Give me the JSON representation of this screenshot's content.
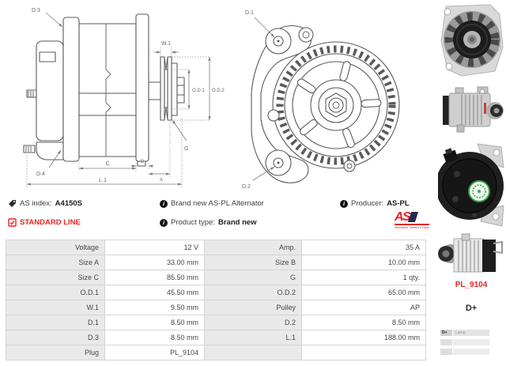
{
  "info": {
    "as_index_label": "AS index:",
    "as_index_value": "A4150S",
    "standard_line_label": "STANDARD LINE",
    "brand_new_text": "Brand new AS-PL Alternator",
    "product_type_label": "Product type:",
    "product_type_value": "Brand new",
    "producer_label": "Producer:",
    "producer_value": "AS-PL",
    "info_glyph": "i"
  },
  "logo": {
    "text": "AS",
    "tagline": "Alternators, Starters & Parts"
  },
  "side_drawing": {
    "d3": "D.3",
    "w1": "W.1",
    "od1": "O.D.1",
    "od2": "O.D.2",
    "g": "G",
    "d4": "D.4",
    "c": "C",
    "b": "B",
    "a": "A",
    "l1": "L.1"
  },
  "front_drawing": {
    "d1": "D.1",
    "d2": "D.2"
  },
  "spec": {
    "rows": [
      {
        "l1": "Voltage",
        "v1": "12 V",
        "l2": "Amp.",
        "v2": "35 A"
      },
      {
        "l1": "Size A",
        "v1": "33.00 mm",
        "l2": "Size B",
        "v2": "10.00 mm"
      },
      {
        "l1": "Size C",
        "v1": "85.50 mm",
        "l2": "G",
        "v2": "1 qty."
      },
      {
        "l1": "O.D.1",
        "v1": "45.50 mm",
        "l2": "O.D.2",
        "v2": "65.00 mm"
      },
      {
        "l1": "W.1",
        "v1": "9.50 mm",
        "l2": "Pulley",
        "v2": "AP"
      },
      {
        "l1": "D.1",
        "v1": "8.50 mm",
        "l2": "D.2",
        "v2": "8.50 mm"
      },
      {
        "l1": "D.3",
        "v1": "8.50 mm",
        "l2": "L.1",
        "v2": "188.00 mm"
      },
      {
        "l1": "Plug",
        "v1": "PL_9104",
        "l2": "",
        "v2": ""
      }
    ]
  },
  "sidebar": {
    "plug_code": "PL_9104",
    "terminal": "D+",
    "pinout": {
      "rows": [
        {
          "pin": "D+",
          "fn": "Lamp"
        },
        {
          "pin": "",
          "fn": ""
        },
        {
          "pin": "",
          "fn": ""
        }
      ]
    }
  },
  "icons": {
    "as_index": "tag-icon",
    "standard_line": "checkbox-checked-icon",
    "info": "info-icon"
  },
  "colors": {
    "accent_red": "#e42528",
    "logo_blue": "#252a52",
    "table_label_bg": "#e9e9e9",
    "table_border": "#d4d4d4",
    "text": "#474747",
    "drawing_line": "#5a5a5a"
  }
}
